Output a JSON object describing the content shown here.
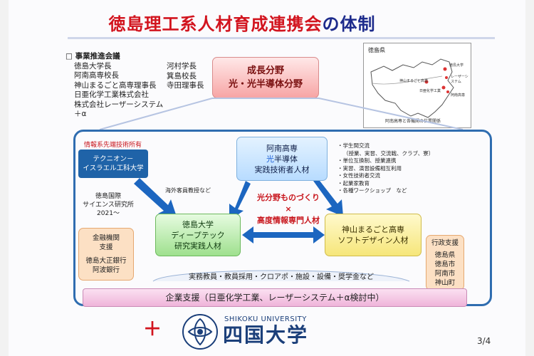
{
  "title": {
    "main": "徳島理工系人材育成連携会",
    "suffix": "の体制"
  },
  "council": {
    "header": "□ 事業推進会議",
    "left": [
      "徳島大学長",
      "阿南高専校長",
      "神山まるごと高専理事長",
      "日亜化学工業株式会社",
      "株式会社レーザーシステム",
      "＋α"
    ],
    "right": [
      "河村学長",
      "箕島校長",
      "寺田理事長"
    ]
  },
  "growth": {
    "line1": "成長分野",
    "line2": "光・光半導体分野"
  },
  "map": {
    "label": "徳島県",
    "caption": "阿南高専と各機関の位置関係",
    "points": [
      "徳島大学",
      "神山まるごと高専",
      "レーザーシステム",
      "日亜化学工業",
      "阿南高専"
    ]
  },
  "info_label": "情報系先端技術所有",
  "technion": {
    "line1": "テクニオン－",
    "line2": "イスラエル工科大学"
  },
  "technion_note": "海外客員教授など",
  "science": {
    "line1": "徳島国際",
    "line2": "サイエンス研究所",
    "line3": "2021～"
  },
  "anan": {
    "line1": "阿南高専",
    "line2_hl": "光",
    "line2_rest": "半導体",
    "line3": "実践技術者人材"
  },
  "exchange": [
    "学生間交流",
    "（授業、実習、交流戦、クラブ、寮）",
    "単位互換制、授業連携",
    "実習、演習設備相互利用",
    "女性技術者交流",
    "起業家教育",
    "各種ワークショップ　など"
  ],
  "center": {
    "line1": "光分野ものづくり",
    "line2": "×",
    "line3": "高度情報専門人材"
  },
  "tokushima_univ": {
    "line1": "徳島大学",
    "line2": "ディープテック",
    "line3": "研究実践人材"
  },
  "kamiyama": {
    "line1": "神山まるごと高専",
    "line2": "ソフトデザイン人材"
  },
  "finance": {
    "line1": "金融機関",
    "line2": "支援",
    "line3": "徳島大正銀行",
    "line4": "阿波銀行"
  },
  "admin": {
    "line1": "行政支援",
    "items": [
      "徳島県",
      "徳島市",
      "阿南市",
      "神山町"
    ]
  },
  "bottom_band": "実務教員・教員採用・クロアポ・施設・設備・奨学金など",
  "support": "企業支援（日亜化学工業、レーザーシステム＋α検討中）",
  "plus": "＋",
  "university": {
    "en": "SHIKOKU UNIVERSITY",
    "ja": "四国大学"
  },
  "page": "3/4",
  "colors": {
    "title_red": "#d2141e",
    "title_blue": "#1d2b8c",
    "frame_blue": "#2f6db0",
    "arrow_blue": "#1c66c0"
  }
}
